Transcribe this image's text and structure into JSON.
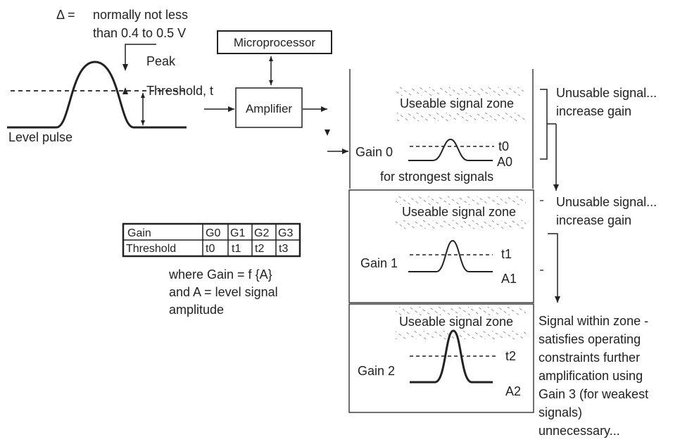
{
  "delta": {
    "symbol": "Δ =",
    "line1": "normally not less",
    "line2": "than 0.4 to 0.5 V"
  },
  "pulse": {
    "peak_label": "Peak",
    "threshold_label": "Threshold, t",
    "level_label": "Level pulse"
  },
  "blocks": {
    "microprocessor": "Microprocessor",
    "amplifier": "Amplifier"
  },
  "gain_table": {
    "row1": [
      "Gain",
      "G0",
      "G1",
      "G2",
      "G3"
    ],
    "row2": [
      "Threshold",
      "t0",
      "t1",
      "t2",
      "t3"
    ]
  },
  "where_note": {
    "line1": "where Gain = f {A}",
    "line2": "and A = level signal",
    "line3": "amplitude"
  },
  "panels": [
    {
      "zone_label": "Useable signal zone",
      "gain_label": "Gain 0",
      "threshold_label": "t0",
      "amplitude_label": "A0",
      "caption": "for strongest signals"
    },
    {
      "zone_label": "Useable signal zone",
      "gain_label": "Gain 1",
      "threshold_label": "t1",
      "amplitude_label": "A1"
    },
    {
      "zone_label": "Useable signal zone",
      "gain_label": "Gain 2",
      "threshold_label": "t2",
      "amplitude_label": "A2"
    }
  ],
  "notes": {
    "note1": [
      "Unusable signal...",
      "increase gain"
    ],
    "note2": [
      "Unusable signal...",
      "increase gain"
    ],
    "note3": [
      "Signal within zone -",
      "satisfies operating",
      "constraints further",
      "amplification using",
      "Gain 3 (for weakest",
      "signals)",
      "unnecessary..."
    ]
  }
}
